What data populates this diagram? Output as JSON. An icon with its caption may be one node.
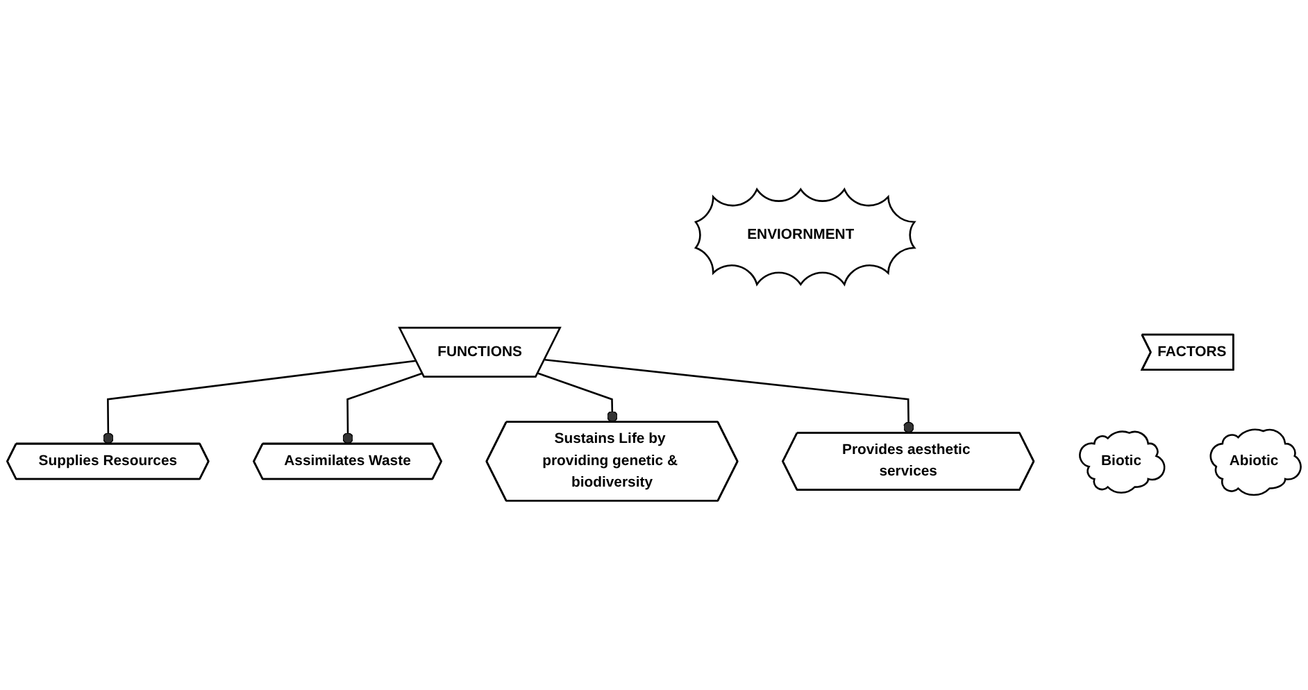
{
  "diagram": {
    "nodes": [
      {
        "text": [
          "ENVIORNMENT"
        ]
      },
      {
        "text": [
          "FACTORS"
        ]
      },
      {
        "text": [
          "Biotic"
        ]
      },
      {
        "text": [
          "Abiotic"
        ]
      },
      {
        "text": [
          "FUNCTIONS"
        ]
      },
      {
        "text": [
          "Supplies Resources"
        ]
      },
      {
        "text": [
          "Provides aesthetic services"
        ]
      },
      {
        "text": [
          "Assimilates Waste"
        ]
      },
      {
        "text": [
          "Sustains Life by providing genetic & biodiversity"
        ]
      }
    ],
    "edges": [
      {
        "from": 4,
        "to": 5,
        "arrow": "other"
      },
      {
        "from": 4,
        "to": 7,
        "arrow": "other"
      },
      {
        "from": 4,
        "to": 8,
        "arrow": "other"
      },
      {
        "from": 4,
        "to": 6,
        "arrow": "other"
      }
    ]
  }
}
